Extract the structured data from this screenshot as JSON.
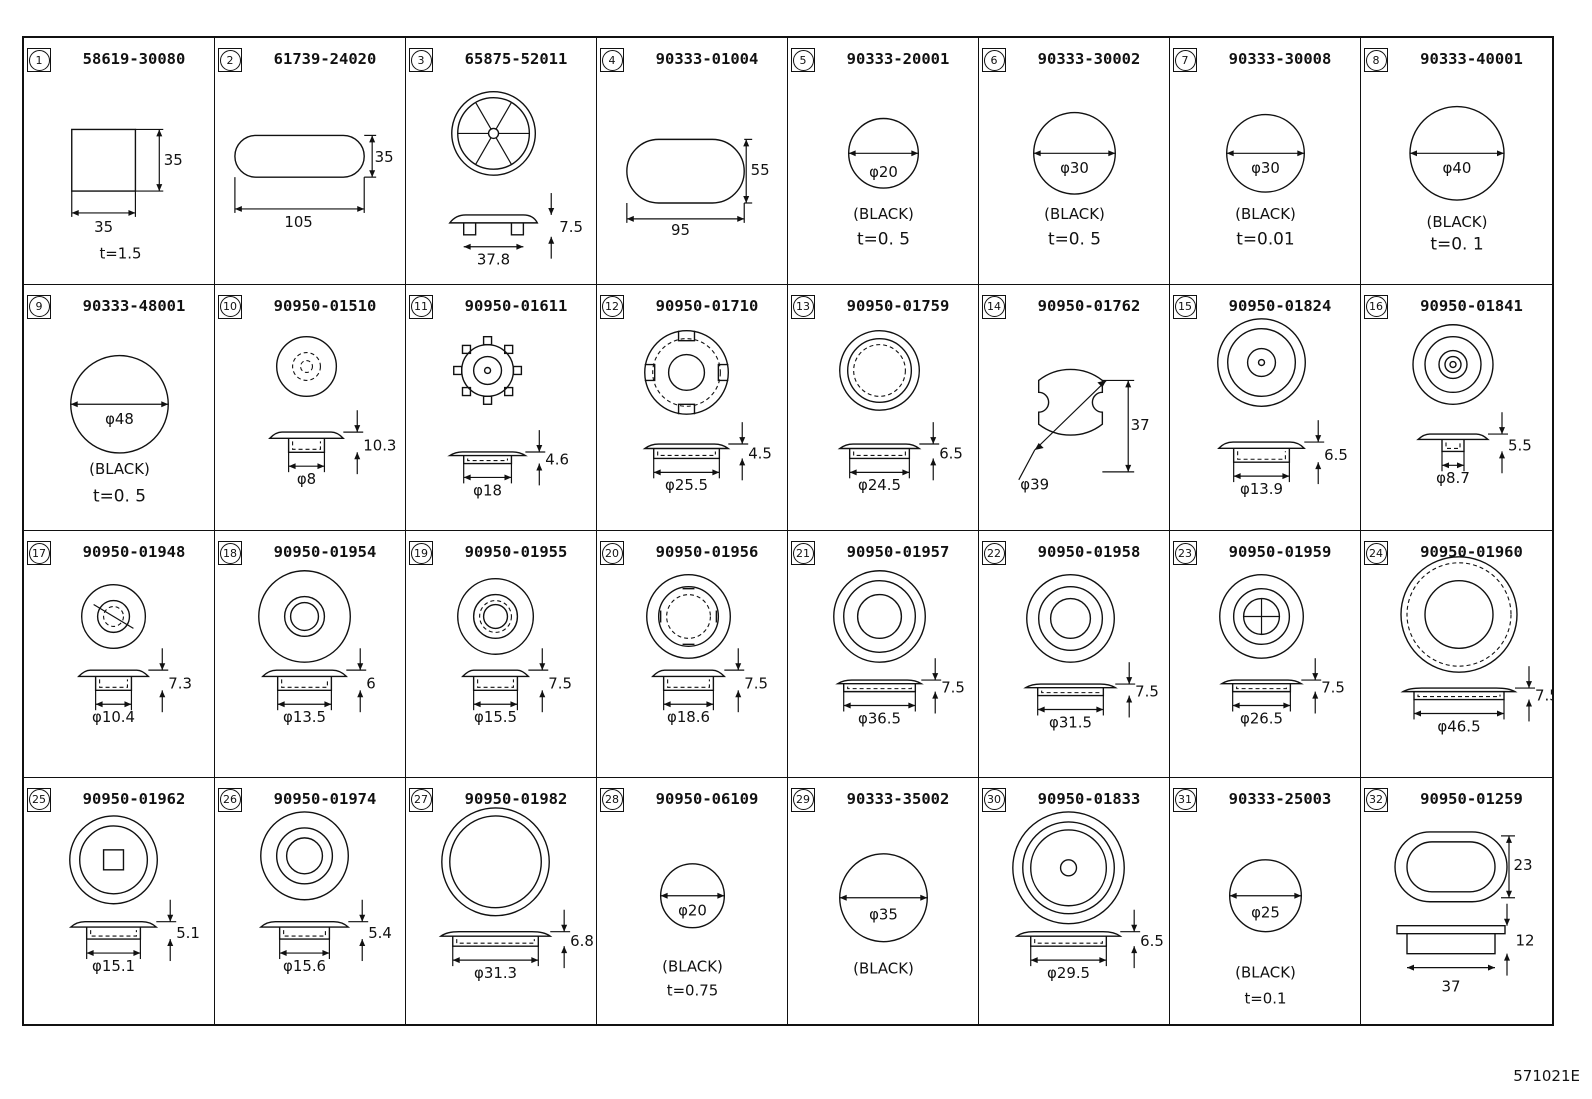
{
  "reference_code": "571021E",
  "parts": [
    {
      "index": "1",
      "part_number": "58619-30080",
      "labels": [
        "35",
        "35",
        "t=1.5"
      ]
    },
    {
      "index": "2",
      "part_number": "61739-24020",
      "labels": [
        "35",
        "105"
      ]
    },
    {
      "index": "3",
      "part_number": "65875-52011",
      "labels": [
        "7.5",
        "37.8"
      ]
    },
    {
      "index": "4",
      "part_number": "90333-01004",
      "labels": [
        "55",
        "95"
      ]
    },
    {
      "index": "5",
      "part_number": "90333-20001",
      "labels": [
        "φ20",
        "(BLACK)",
        "t=0. 5"
      ]
    },
    {
      "index": "6",
      "part_number": "90333-30002",
      "labels": [
        "φ30",
        "(BLACK)",
        "t=0. 5"
      ]
    },
    {
      "index": "7",
      "part_number": "90333-30008",
      "labels": [
        "φ30",
        "(BLACK)",
        "t=0.01"
      ]
    },
    {
      "index": "8",
      "part_number": "90333-40001",
      "labels": [
        "φ40",
        "(BLACK)",
        "t=0. 1"
      ]
    },
    {
      "index": "9",
      "part_number": "90333-48001",
      "labels": [
        "φ48",
        "(BLACK)",
        "t=0. 5"
      ]
    },
    {
      "index": "10",
      "part_number": "90950-01510",
      "labels": [
        "10.3",
        "φ8"
      ]
    },
    {
      "index": "11",
      "part_number": "90950-01611",
      "labels": [
        "4.6",
        "φ18"
      ]
    },
    {
      "index": "12",
      "part_number": "90950-01710",
      "labels": [
        "4.5",
        "φ25.5"
      ]
    },
    {
      "index": "13",
      "part_number": "90950-01759",
      "labels": [
        "6.5",
        "φ24.5"
      ]
    },
    {
      "index": "14",
      "part_number": "90950-01762",
      "labels": [
        "37",
        "φ39"
      ]
    },
    {
      "index": "15",
      "part_number": "90950-01824",
      "labels": [
        "6.5",
        "φ13.9"
      ]
    },
    {
      "index": "16",
      "part_number": "90950-01841",
      "labels": [
        "5.5",
        "φ8.7"
      ]
    },
    {
      "index": "17",
      "part_number": "90950-01948",
      "labels": [
        "7.3",
        "φ10.4"
      ]
    },
    {
      "index": "18",
      "part_number": "90950-01954",
      "labels": [
        "6",
        "φ13.5"
      ]
    },
    {
      "index": "19",
      "part_number": "90950-01955",
      "labels": [
        "7.5",
        "φ15.5"
      ]
    },
    {
      "index": "20",
      "part_number": "90950-01956",
      "labels": [
        "7.5",
        "φ18.6"
      ]
    },
    {
      "index": "21",
      "part_number": "90950-01957",
      "labels": [
        "7.5",
        "φ36.5"
      ]
    },
    {
      "index": "22",
      "part_number": "90950-01958",
      "labels": [
        "7.5",
        "φ31.5"
      ]
    },
    {
      "index": "23",
      "part_number": "90950-01959",
      "labels": [
        "7.5",
        "φ26.5"
      ]
    },
    {
      "index": "24",
      "part_number": "90950-01960",
      "labels": [
        "7.5",
        "φ46.5"
      ]
    },
    {
      "index": "25",
      "part_number": "90950-01962",
      "labels": [
        "5.1",
        "φ15.1"
      ]
    },
    {
      "index": "26",
      "part_number": "90950-01974",
      "labels": [
        "5.4",
        "φ15.6"
      ]
    },
    {
      "index": "27",
      "part_number": "90950-01982",
      "labels": [
        "6.8",
        "φ31.3"
      ]
    },
    {
      "index": "28",
      "part_number": "90950-06109",
      "labels": [
        "φ20",
        "(BLACK)",
        "t=0.75"
      ]
    },
    {
      "index": "29",
      "part_number": "90333-35002",
      "labels": [
        "φ35",
        "(BLACK)"
      ]
    },
    {
      "index": "30",
      "part_number": "90950-01833",
      "labels": [
        "6.5",
        "φ29.5"
      ]
    },
    {
      "index": "31",
      "part_number": "90333-25003",
      "labels": [
        "φ25",
        "(BLACK)",
        "t=0.1"
      ]
    },
    {
      "index": "32",
      "part_number": "90950-01259",
      "labels": [
        "23",
        "12",
        "37"
      ]
    }
  ]
}
